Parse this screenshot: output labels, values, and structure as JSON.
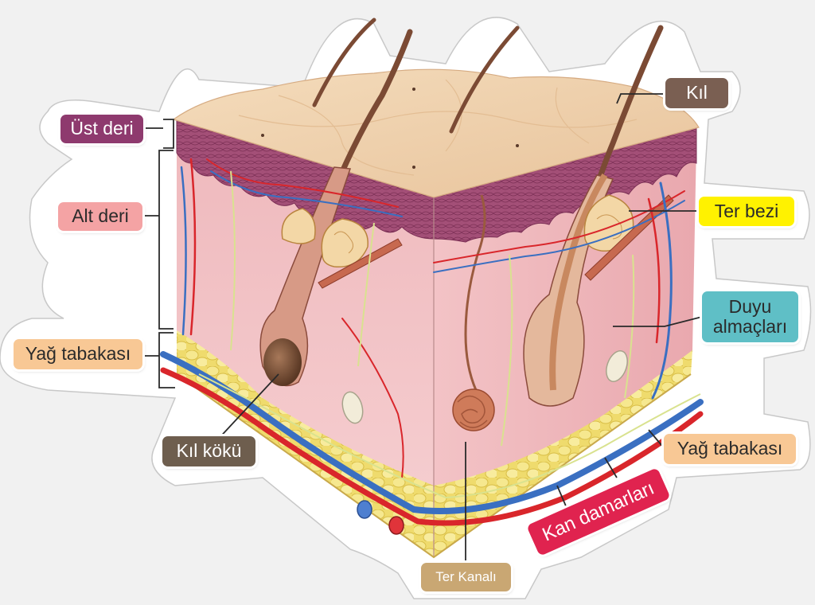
{
  "labels": {
    "ust_deri": "Üst deri",
    "alt_deri": "Alt deri",
    "yag_tabakasi_left": "Yağ tabakası",
    "kil": "Kıl",
    "ter_bezi": "Ter bezi",
    "duyu_almaclari": "Duyu\nalmaçları",
    "kil_koku": "Kıl kökü",
    "yag_tabakasi_right": "Yağ tabakası",
    "kan_damarlari": "Kan damarları",
    "ter_kanali": "Ter Kanalı"
  },
  "colors": {
    "ust_deri": "#8e3a6e",
    "alt_deri": "#f4a3a4",
    "yag_tabakasi": "#f8c895",
    "kil": "#7a5f52",
    "ter_bezi": "#fff200",
    "duyu_almaclari": "#5fbfc6",
    "kil_koku": "#6e5e4e",
    "kan_damarlari": "#e0234f",
    "ter_kanali": "#c9a773",
    "skin_surface": "#f0d1ac",
    "epidermis": "#9b4e70",
    "dermis": "#f3c2c5",
    "fat": "#f2df74",
    "artery": "#d9262b",
    "vein": "#3a6fc1",
    "nerve": "#d9e28f",
    "hair": "#7b4a34"
  }
}
